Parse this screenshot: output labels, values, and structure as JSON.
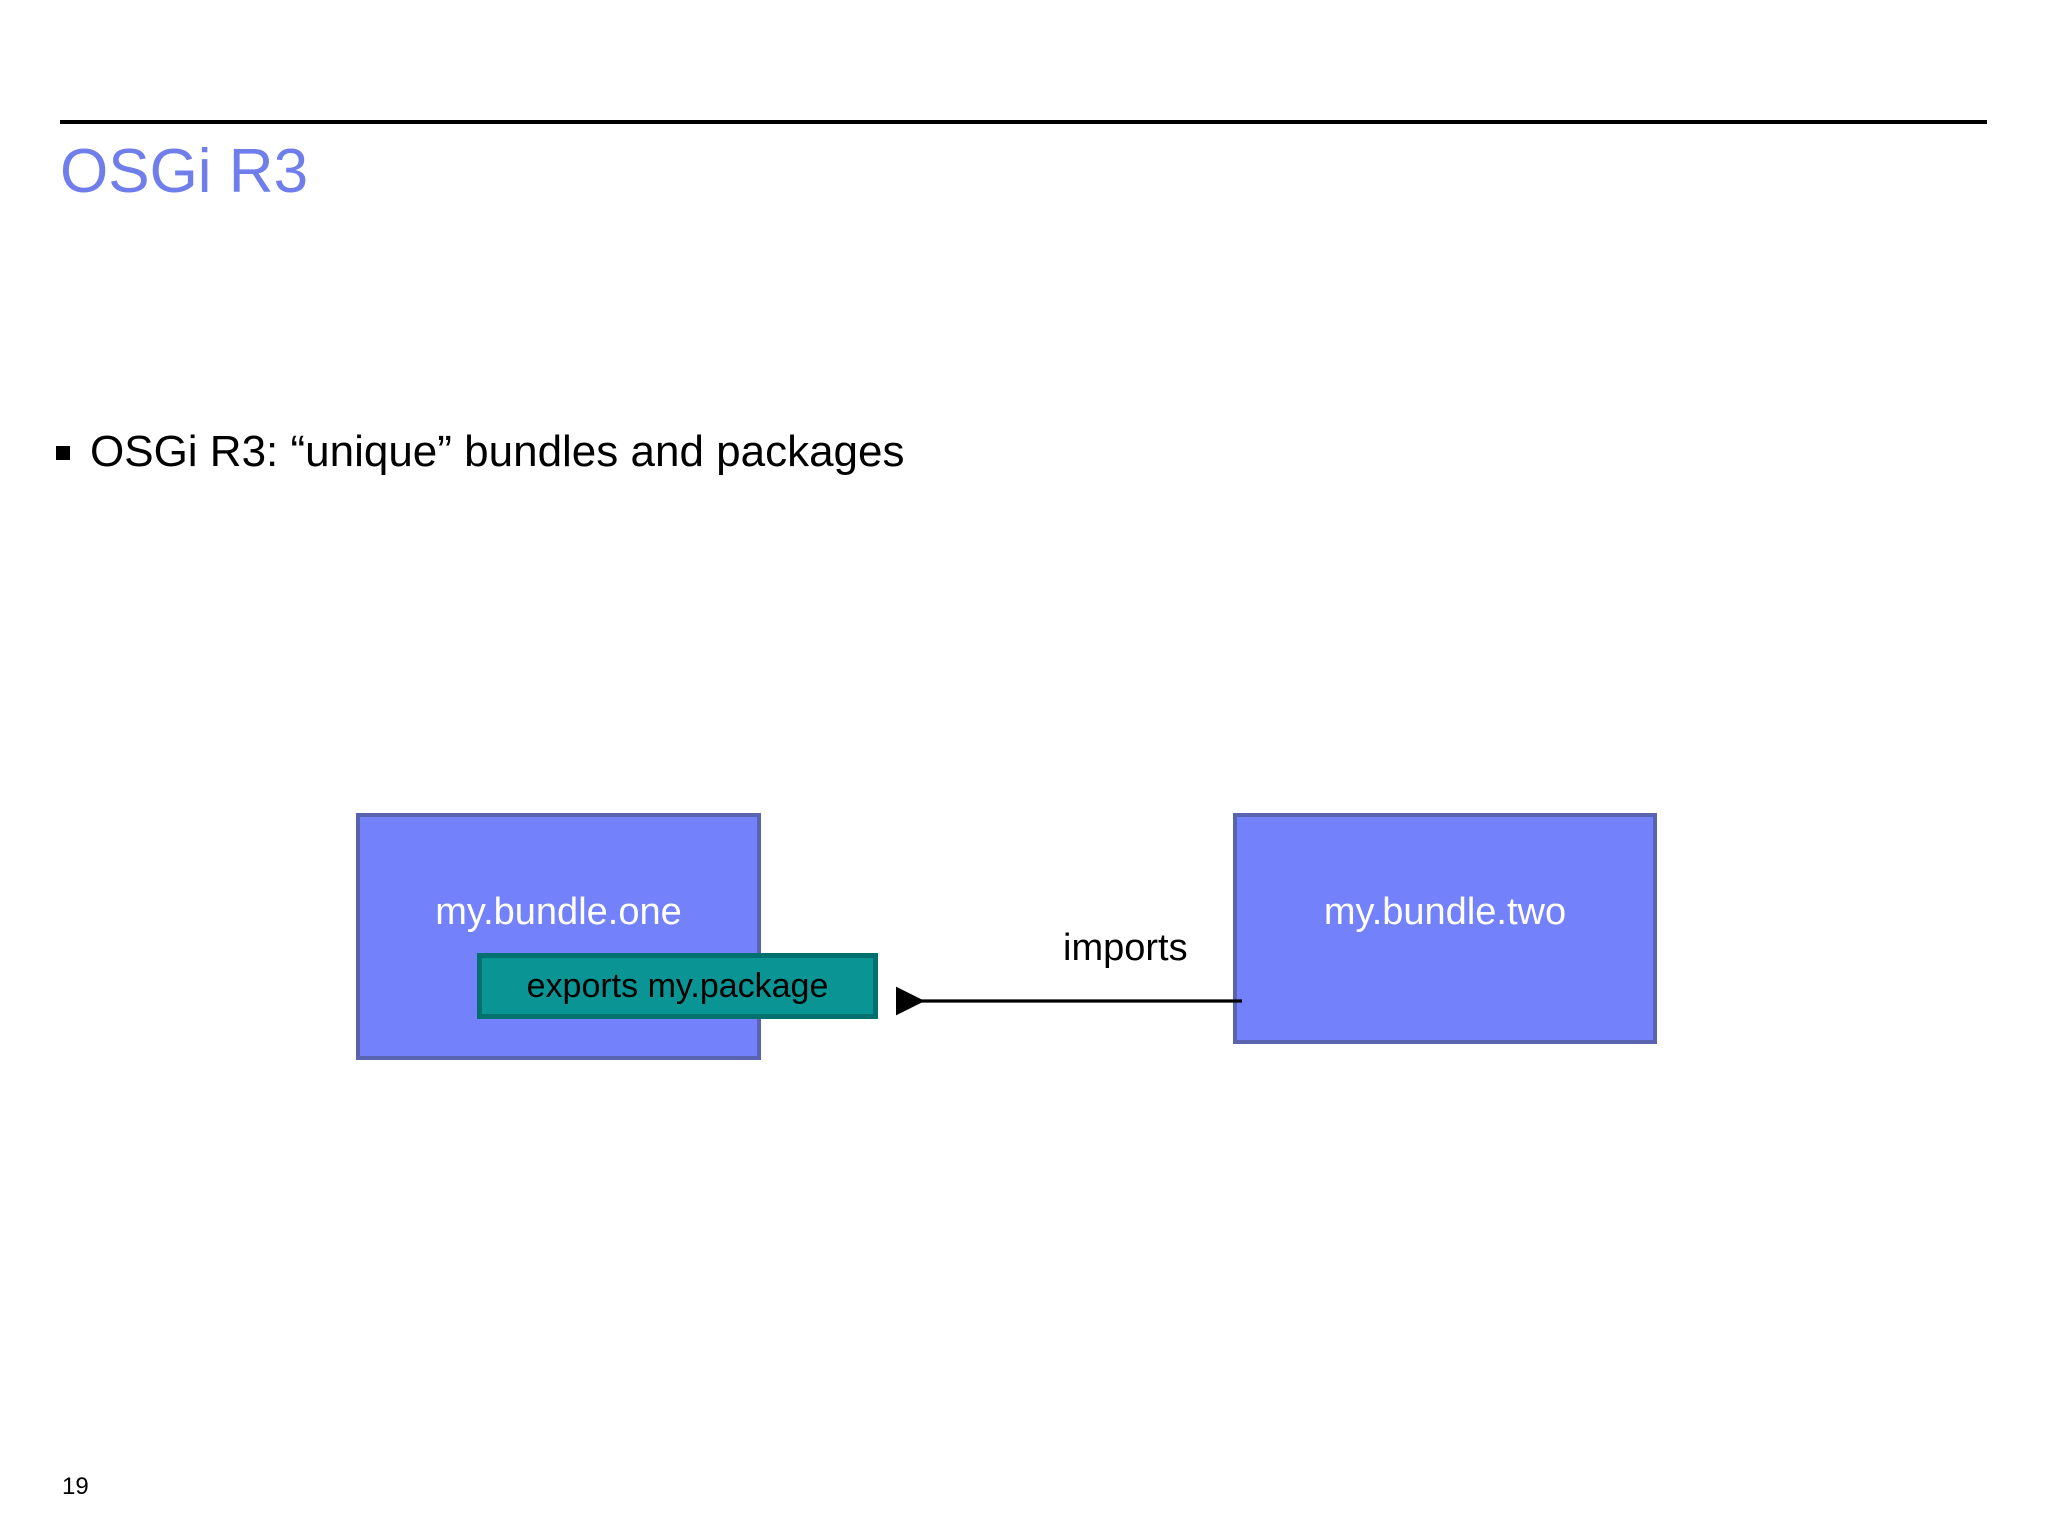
{
  "slide": {
    "title": "OSGi R3",
    "title_color": "#707eec",
    "page_number": "19",
    "background_color": "#ffffff",
    "rule_color": "#000000"
  },
  "body": {
    "bullets": [
      {
        "marker": "square-bullet",
        "text": "OSGi R3: “unique” bundles and packages"
      }
    ]
  },
  "diagram": {
    "type": "bundle-dependency",
    "colors": {
      "bundle_fill": "#7382fb",
      "bundle_border": "#5a63b0",
      "bundle_text": "#ffffff",
      "package_fill": "#0a9494",
      "package_border": "#00716e",
      "package_text": "#000000",
      "arrow": "#000000"
    },
    "nodes": [
      {
        "id": "bundle-one",
        "label": "my.bundle.one",
        "kind": "bundle"
      },
      {
        "id": "package",
        "label": "exports my.package",
        "kind": "package"
      },
      {
        "id": "bundle-two",
        "label": "my.bundle.two",
        "kind": "bundle"
      }
    ],
    "edges": [
      {
        "id": "imports-edge",
        "label": "imports",
        "from": "bundle-two",
        "to": "package",
        "direction": "right-to-left",
        "arrowhead": "left"
      }
    ]
  }
}
